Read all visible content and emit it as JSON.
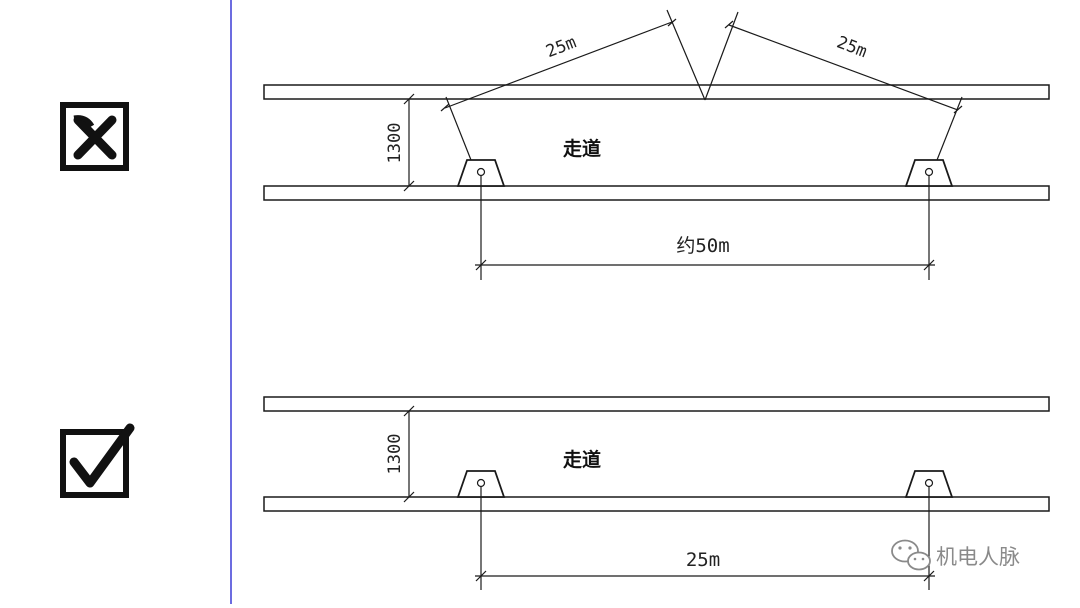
{
  "colors": {
    "line": "#1a1a1a",
    "divider": "#3b3bd6",
    "watermark": "#8a8a8a"
  },
  "panels": [
    {
      "marker_icon": "cross-box-icon",
      "width_dim": "1300",
      "corridor_label": "走道",
      "spacing_dim": "约50m",
      "coverage_left": "25m",
      "coverage_right": "25m"
    },
    {
      "marker_icon": "check-box-icon",
      "width_dim": "1300",
      "corridor_label": "走道",
      "spacing_dim": "25m"
    }
  ],
  "watermark": {
    "icon": "wechat-icon",
    "text": "机电人脉"
  }
}
